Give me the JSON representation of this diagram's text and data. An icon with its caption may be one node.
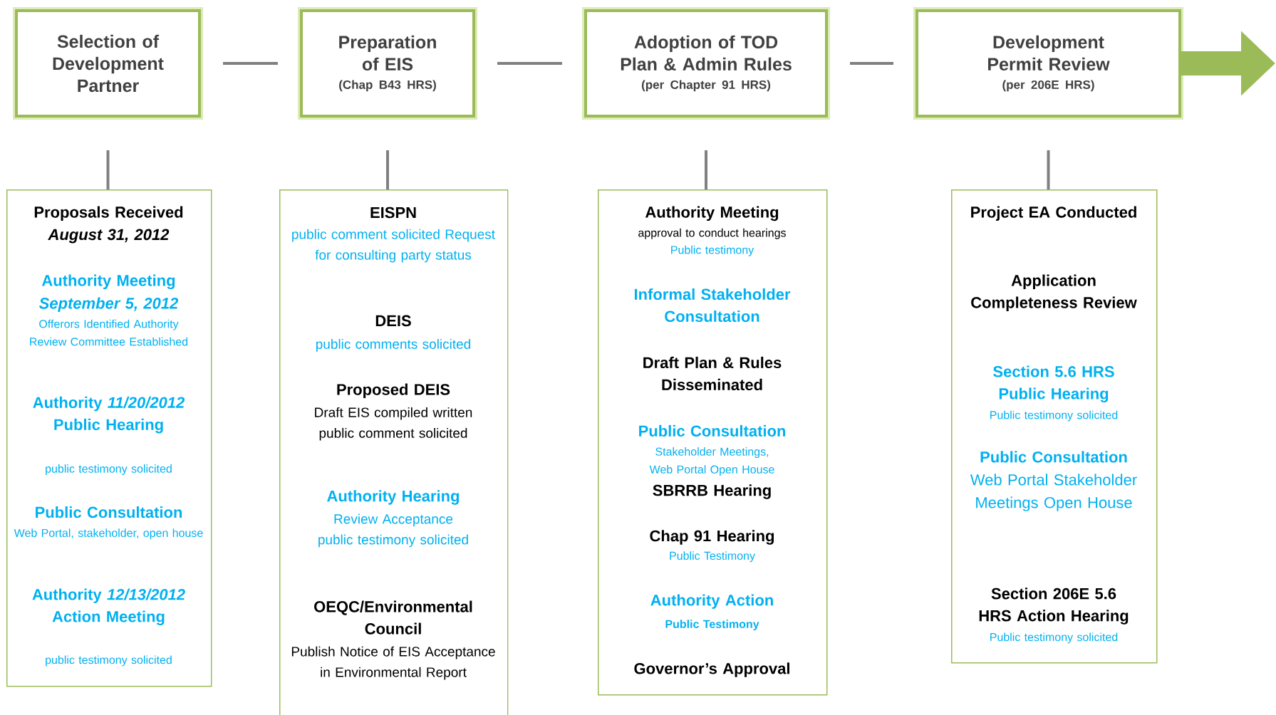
{
  "diagram": {
    "nodes": [
      {
        "text": [
          "Selection of Development Partner"
        ]
      },
      {
        "text": [
          "Preparation of EIS",
          "(Chap B43 HRS)"
        ]
      },
      {
        "text": [
          "Adoption of TOD Plan & Admin Rules",
          "(per Chapter 91 HRS)"
        ]
      },
      {
        "text": [
          "Development Permit Review",
          "(per 206E HRS)"
        ]
      },
      {
        "text": [
          "Proposals Received",
          "August 31, 2012",
          "Authority Meeting",
          "September 5, 2012",
          "Offerors Identified Authority Review Committee Established",
          "Authority *11/20/2012* Public Hearing",
          "public testimony solicited",
          "Public Consultation",
          "Web Portal, stakeholder, open house",
          "Authority *12/13/2012* Action Meeting",
          "public testimony solicited"
        ]
      },
      {
        "text": [
          "EISPN",
          "public comment solicited Request for consulting party status",
          "DEIS",
          "public comments solicited",
          "Proposed DEIS",
          "Draft EIS compiled written public comment solicited",
          "Authority Hearing",
          "Review Acceptance public testimony solicited",
          "OEQC/Environmental Council",
          "Publish Notice of EIS Acceptance in Environmental Report"
        ]
      },
      {
        "text": [
          "Authority Meeting",
          "approval to conduct hearings",
          "Public testimony",
          "Informal Stakeholder Consultation",
          "Draft Plan & Rules Disseminated",
          "Public Consultation",
          "Stakeholder Meetings, Web Portal Open House",
          "SBRRB Hearing",
          "Chap 91 Hearing",
          "Public Testimony",
          "Authority Action",
          "Public Testimony",
          "Governor’s Approval"
        ]
      },
      {
        "text": [
          "Project EA Conducted",
          "Application Completeness Review",
          "Section 5.6 HRS Public Hearing",
          "Public testimony solicited",
          "Public Consultation",
          "Web Portal Stakeholder Meetings Open House",
          "Section 206E 5.6 HRS Action Hearing",
          "Public testimony solicited"
        ]
      }
    ],
    "edges": [
      {
        "from": 0,
        "to": 1,
        "arrow": "none"
      },
      {
        "from": 1,
        "to": 2,
        "arrow": "none"
      },
      {
        "from": 2,
        "to": 3,
        "arrow": "none"
      },
      {
        "from": 0,
        "to": 4,
        "arrow": "none"
      },
      {
        "from": 1,
        "to": 5,
        "arrow": "none"
      },
      {
        "from": 2,
        "to": 6,
        "arrow": "none"
      },
      {
        "from": 3,
        "to": 7,
        "arrow": "none"
      },
      {
        "from": 3,
        "to": null,
        "arrow": "to",
        "style": "thick",
        "color": "#9bbb59"
      }
    ]
  }
}
